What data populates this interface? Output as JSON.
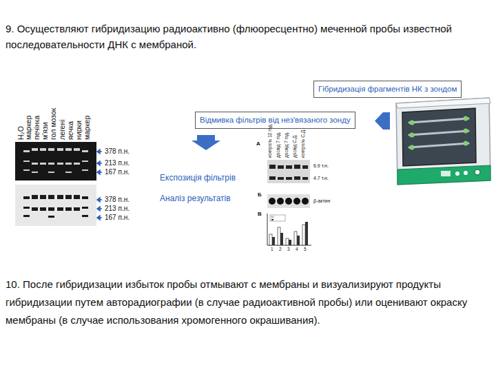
{
  "diagram": {
    "title": "9. Осуществляют гибридизацию радиоактивно (флюоресцентно) меченной пробы известной последовательности ДНК с мембраной.",
    "caption": "10. После гибридизации избыток пробы отмывают с мембраны и визуализируют продукты гибридизации путем авторадиографии (в случае радиоактивной пробы) или оценивают окраску мембраны (в случае использования хромогенного окрашивания).",
    "nodes": [
      {
        "text": [
          "Гібридизація фрагментів НК з зондом"
        ]
      },
      {
        "text": [
          "Відмивка фільтрів від нез'вязаного зонду"
        ]
      }
    ],
    "labels": [
      "H₂O",
      "маркер",
      "печінка",
      "м'язи",
      "гол мозок",
      "легені",
      "яєчка",
      "нирки",
      "маркер",
      "378 п.н.",
      "213 п.н.",
      "167 п.н.",
      "378 п.н.",
      "213 п.н.",
      "167 п.н.",
      "Експозиція фільтрів",
      "Аналіз результатів",
      "А",
      "Б",
      "В",
      "6.9 т.н.",
      "4.7 т.н.",
      "β-актин",
      "1",
      "2",
      "3",
      "4",
      "5",
      "контроль 12 год.",
      "досвід 7 год.",
      "досвід 7 год.",
      "досвід С.Д.",
      "контроль С.Д."
    ]
  }
}
